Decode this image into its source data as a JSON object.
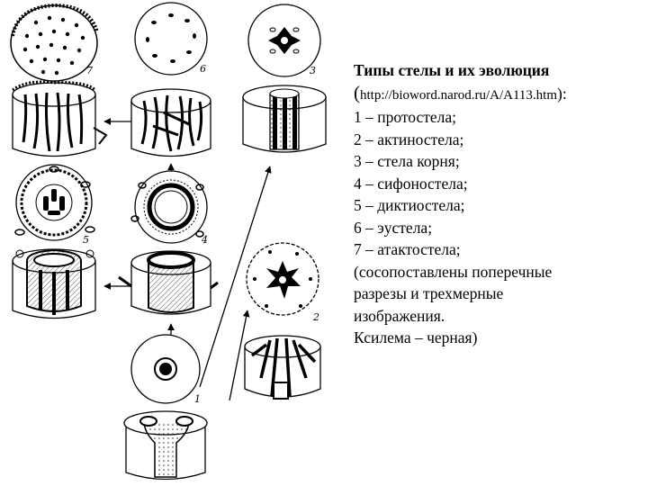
{
  "caption": {
    "title": "Типы стелы и их эволюция",
    "source_open": "(",
    "source_url": "http://bioword.narod.ru/A/A113.htm",
    "source_close": "):",
    "items": [
      "1 – протостела;",
      "2 – актиностела;",
      "3 – стела корня;",
      "4 – сифоностела;",
      "5 – диктиостела;",
      "6 – эустела;",
      "7 – атактостела;"
    ],
    "note_lines": [
      "(сосопоставлены поперечные",
      "разрезы и трехмерные",
      "изображения.",
      "Ксилема – черная)"
    ]
  },
  "figure": {
    "labels": [
      "7",
      "6",
      "3",
      "5",
      "4",
      "2",
      "1"
    ]
  }
}
